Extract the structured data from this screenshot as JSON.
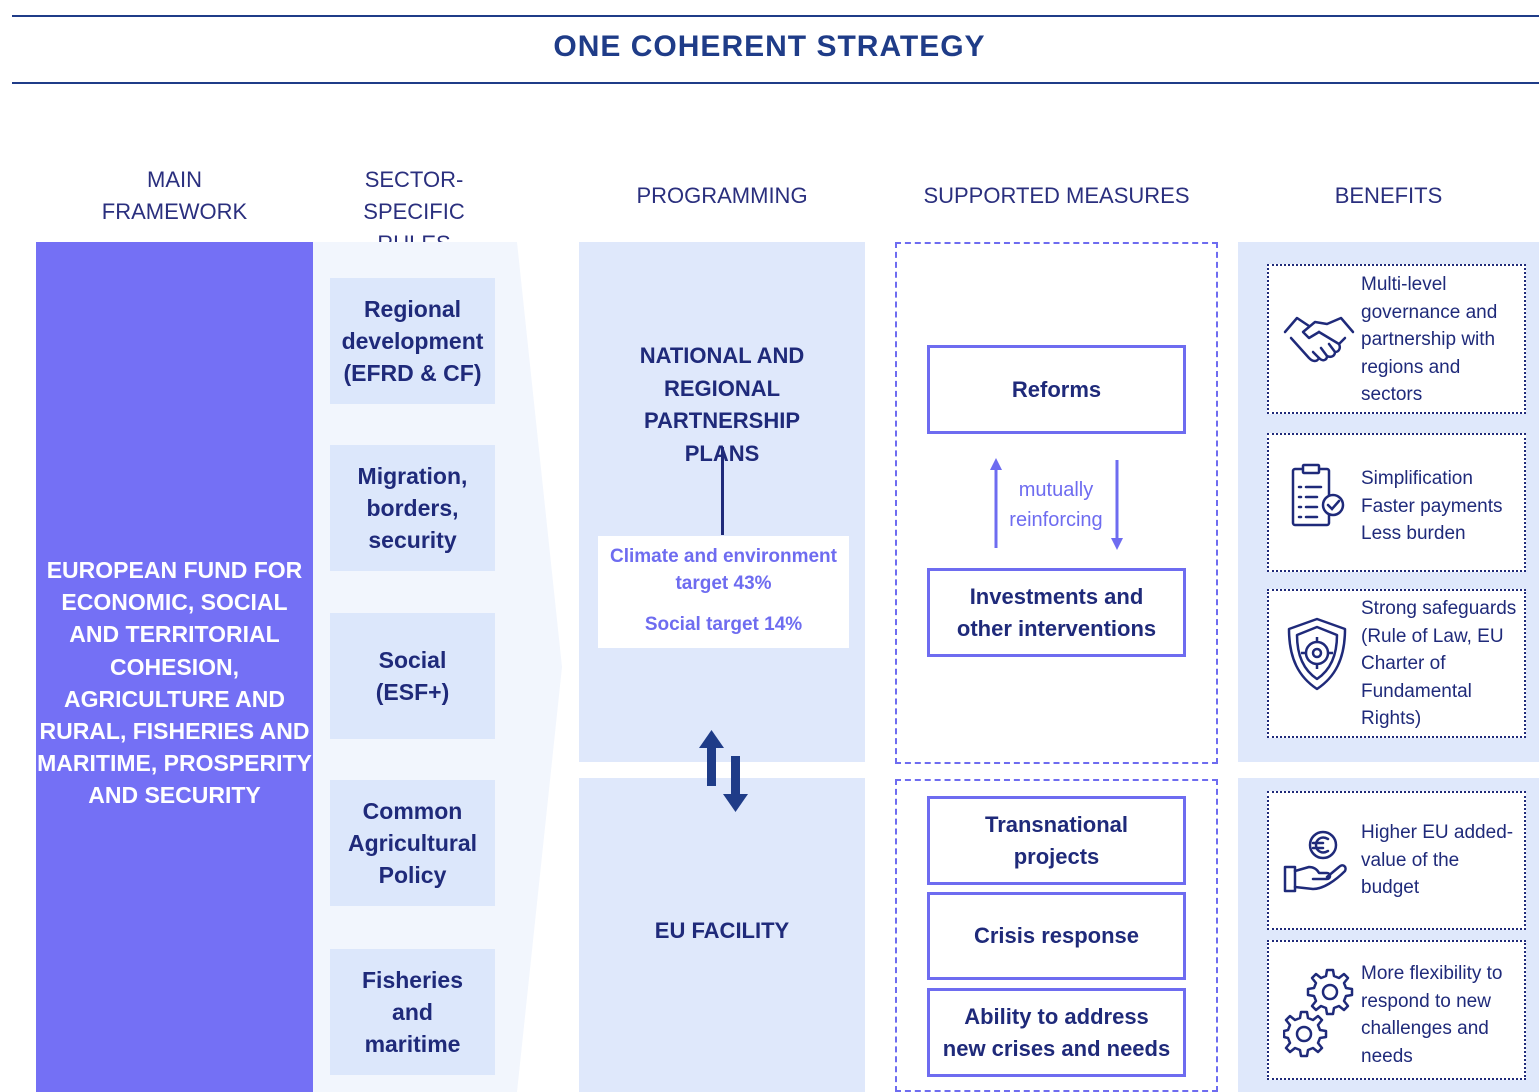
{
  "title": "ONE COHERENT STRATEGY",
  "headers": {
    "main_framework": "MAIN FRAMEWORK",
    "sector_rules": "SECTOR-SPECIFIC RULES",
    "programming": "PROGRAMMING",
    "supported_measures": "SUPPORTED MEASURES",
    "benefits": "BENEFITS"
  },
  "main_framework": "EUROPEAN FUND FOR ECONOMIC, SOCIAL AND TERRITORIAL COHESION, AGRICULTURE AND RURAL, FISHERIES AND MARITIME, PROSPERITY AND SECURITY",
  "sectors": [
    "Regional development (EFRD & CF)",
    "Migration, borders, security",
    "Social (ESF+)",
    "Common Agricultural Policy",
    "Fisheries and maritime"
  ],
  "programming": {
    "plans": "NATIONAL AND REGIONAL PARTNERSHIP PLANS",
    "climate_target": "Climate and environment target 43%",
    "social_target": "Social target 14%",
    "facility": "EU FACILITY"
  },
  "measures": {
    "reforms": "Reforms",
    "mutual": "mutually reinforcing",
    "investments": "Investments and other interventions",
    "transnational": "Transnational projects",
    "crisis": "Crisis response",
    "ability": "Ability to address new crises and needs"
  },
  "benefits": [
    {
      "icon": "handshake-icon",
      "text": "Multi-level governance and partnership with regions and sectors"
    },
    {
      "icon": "checklist-icon",
      "text": "Simplification Faster payments Less burden"
    },
    {
      "icon": "shield-icon",
      "text": "Strong safeguards (Rule of Law, EU Charter of Fundamental Rights)"
    },
    {
      "icon": "euro-hand-icon",
      "text": "Higher EU added-value of the budget"
    },
    {
      "icon": "gears-icon",
      "text": "More flexibility to respond to new challenges and needs"
    }
  ],
  "colors": {
    "navy": "#1f2a7a",
    "purple": "#7470f5",
    "accent": "#6e6cf0",
    "light_blue": "#dfe8fb"
  }
}
